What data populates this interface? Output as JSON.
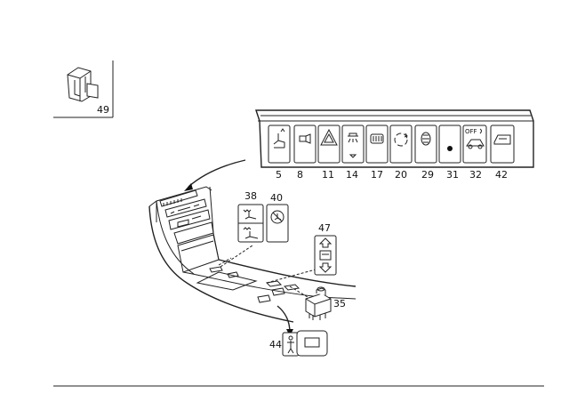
{
  "callouts": {
    "c49": "49",
    "c5": "5",
    "c8": "8",
    "c11": "11",
    "c14": "14",
    "c17": "17",
    "c20": "20",
    "c29": "29",
    "c31": "31",
    "c32": "32",
    "c42": "42",
    "c38": "38",
    "c40": "40",
    "c47": "47",
    "c35": "35",
    "c44": "44"
  },
  "switch_texts": {
    "off": "OFF"
  }
}
